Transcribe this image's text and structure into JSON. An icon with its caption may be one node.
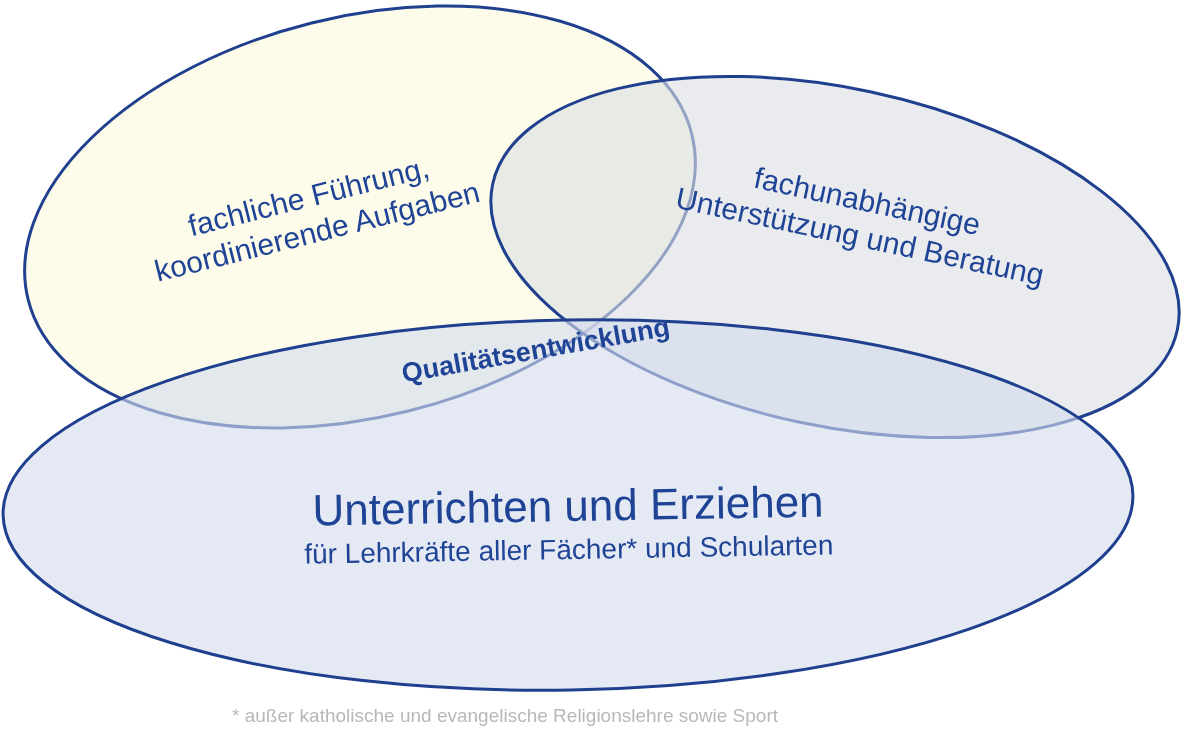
{
  "diagram": {
    "nodes": [
      {
        "text": [
          "fachliche Führung, koordinierende Aufgaben"
        ]
      },
      {
        "text": [
          "fachunabhängige Unterstützung und Beratung"
        ]
      },
      {
        "text": [
          "Unterrichten und Erziehen",
          "für Lehrkräfte aller Fächer* und Schularten"
        ]
      }
    ],
    "labels": [
      "Qualitätsentwicklung",
      "* außer katholische und evangelische Religionslehre sowie Sport"
    ]
  }
}
